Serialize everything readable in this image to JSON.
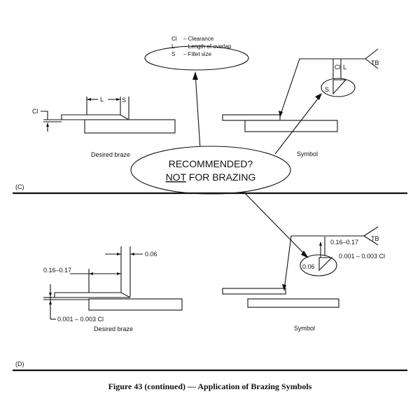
{
  "legend": {
    "items": [
      {
        "code": "Cl",
        "desc": "– Clearance"
      },
      {
        "code": "L",
        "desc": "– Length of overlap"
      },
      {
        "code": "S",
        "desc": "– Fillet size"
      }
    ]
  },
  "top": {
    "dim_cl": "Cl",
    "dim_l": "L",
    "dim_s": "S",
    "desired_label": "Desired braze",
    "symbol_label": "Symbol",
    "symbol_cl": "Cl",
    "symbol_l": "L",
    "symbol_s": "S",
    "tail": "TB",
    "section": "(C)"
  },
  "callout": {
    "line1": "RECOMMENDED?",
    "line2_under": "NOT",
    "line2_rest": " FOR BRAZING"
  },
  "bottom": {
    "dim_overlap": "0.16–0.17",
    "dim_fillet": "0.06",
    "dim_clearance": "0.001 – 0.003 Cl",
    "desired_label": "Desired braze",
    "symbol_label": "Symbol",
    "symbol_overlap": "0.16–0.17",
    "symbol_fillet": "0.06",
    "symbol_clearance": "0.001 – 0.003 Cl",
    "tail": "TB",
    "section": "(D)"
  },
  "caption": "Figure 43 (continued) — Application of Brazing Symbols"
}
